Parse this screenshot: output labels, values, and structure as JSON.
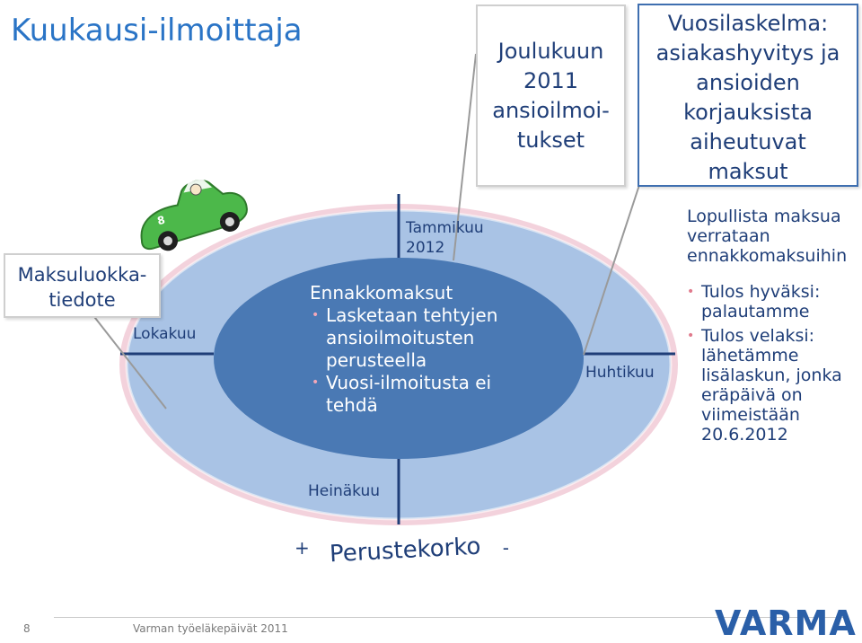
{
  "title": "Kuukausi-ilmoittaja",
  "callouts": {
    "left": [
      "Maksuluokka-",
      "tiedote"
    ],
    "center": [
      "Joulukuun",
      "2011",
      "ansioilmoi-",
      "tukset"
    ],
    "right": [
      "Vuosilaskelma:",
      "asiakashyvitys ja",
      "ansioiden",
      "korjauksista",
      "aiheutuvat",
      "maksut"
    ]
  },
  "months": {
    "top": [
      "Tammikuu",
      "2012"
    ],
    "left": "Lokakuu",
    "right": "Huhtikuu",
    "bottom": "Heinäkuu"
  },
  "inner": {
    "heading": "Ennakkomaksut",
    "bullets": [
      [
        "Lasketaan tehtyjen",
        "ansioilmoitusten",
        "perusteella"
      ],
      [
        "Vuosi-ilmoitusta ei",
        "tehdä"
      ]
    ]
  },
  "right_panel": {
    "intro": [
      "Lopullista maksua",
      "verrataan",
      "ennakkomaksuihin"
    ],
    "bullets": [
      [
        "Tulos hyväksi:",
        "palautamme"
      ],
      [
        "Tulos velaksi:",
        "lähetämme",
        "lisälaskun, jonka",
        "eräpäivä on",
        "viimeistään",
        "20.6.2012"
      ]
    ]
  },
  "rate": {
    "plus": "+",
    "label": "Perustekorko",
    "minus": "-"
  },
  "footer": {
    "page_number": "8",
    "label": "Varman työeläkepäivät 2011",
    "logo": "VARMA"
  },
  "colors": {
    "title": "#2a74c6",
    "outer_ellipse": "#a9c3e5",
    "outer_ring": "#f3d2dc",
    "inner_ellipse": "#4a79b4",
    "text": "#1f3e78",
    "car": "#4cb84a"
  }
}
